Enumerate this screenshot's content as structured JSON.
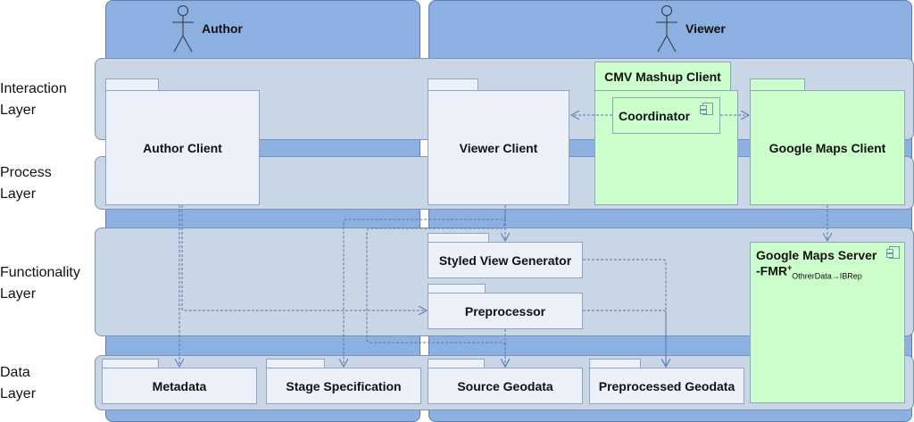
{
  "actors": [
    {
      "id": "author",
      "label": "Author"
    },
    {
      "id": "viewer",
      "label": "Viewer"
    }
  ],
  "layers": [
    {
      "id": "interaction",
      "line1": "Interaction",
      "line2": "Layer"
    },
    {
      "id": "process",
      "line1": "Process",
      "line2": "Layer"
    },
    {
      "id": "functionality",
      "line1": "Functionality",
      "line2": "Layer"
    },
    {
      "id": "data",
      "line1": "Data",
      "line2": "Layer"
    }
  ],
  "packages": {
    "author_client": "Author Client",
    "viewer_client": "Viewer Client",
    "cmv_mashup_client": "CMV Mashup Client",
    "coordinator": "Coordinator",
    "google_maps_client": "Google Maps Client",
    "styled_view_generator": "Styled View Generator",
    "preprocessor": "Preprocessor",
    "google_maps_server": {
      "title": "Google Maps Server",
      "fmr": "-FMR",
      "sup": "+",
      "sub": "OthrerData→IBRep"
    },
    "metadata": "Metadata",
    "stage_specification": "Stage Specification",
    "source_geodata": "Source Geodata",
    "preprocessed_geodata": "Preprocessed Geodata"
  },
  "colors": {
    "swimlane": "#8db0e2",
    "layer_band": "#c9d6e6",
    "package": "#ecf0f8",
    "highlight_green": "#ccffcc",
    "connector": "#5577aa"
  },
  "connectors": [
    {
      "from": "Coordinator",
      "to": "Viewer Client",
      "style": "dashed-open-arrow"
    },
    {
      "from": "Coordinator",
      "to": "Google Maps Client",
      "style": "dashed-open-arrow"
    },
    {
      "from": "Author Client",
      "to": "Metadata",
      "style": "dashed-open-arrow"
    },
    {
      "from": "Author Client",
      "to": "Preprocessor",
      "style": "dashed-open-arrow"
    },
    {
      "from": "Viewer Client",
      "to": "Styled View Generator",
      "style": "dashed-open-arrow"
    },
    {
      "from": "Viewer Client",
      "to": "Stage Specification",
      "style": "dashed-open-arrow"
    },
    {
      "from": "Viewer Client",
      "to": "Source Geodata",
      "style": "dashed-open-arrow"
    },
    {
      "from": "Preprocessor",
      "to": "Source Geodata",
      "style": "dashed-open-arrow"
    },
    {
      "from": "Preprocessor",
      "to": "Preprocessed Geodata",
      "style": "dashed-open-arrow"
    },
    {
      "from": "Styled View Generator",
      "to": "Preprocessed Geodata",
      "style": "dashed-open-arrow"
    },
    {
      "from": "Google Maps Client",
      "to": "Google Maps Server",
      "style": "dashed-open-arrow"
    }
  ]
}
